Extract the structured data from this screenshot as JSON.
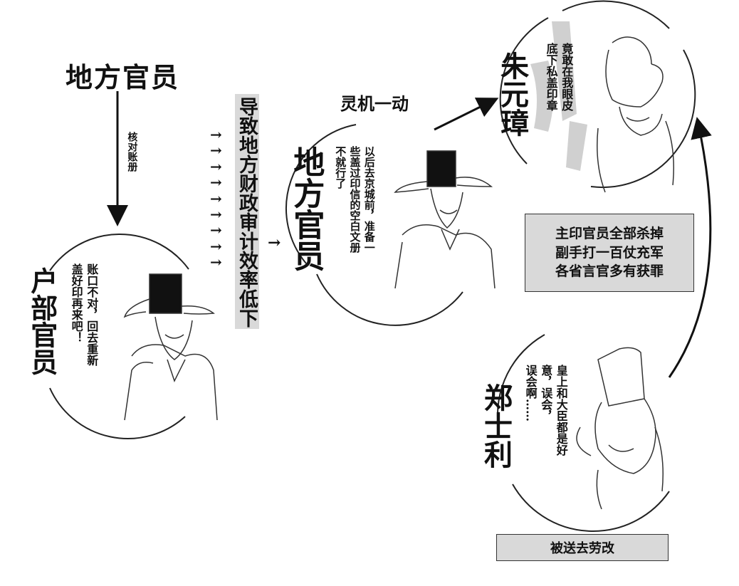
{
  "top_official_label": "地方官员",
  "check_ledger_label": "核对账册",
  "hubu_official_label": "户部官员",
  "hubu_speech": [
    "账口不对，回去重新",
    "盖好印再来吧！"
  ],
  "result_label": "导致地方财政审计效率低下",
  "arrow_glyph": "→",
  "idea_label": "灵机一动",
  "local_official_label": "地方官员",
  "local_speech": [
    "以后去京城前，准备一",
    "些盖过印信的空白文册",
    "不就行了"
  ],
  "emperor_label": "朱元璋",
  "emperor_speech": [
    "竟敢在我眼皮",
    "底下私盖印章"
  ],
  "punishment_lines": [
    "主印官员全部杀掉",
    "副手打一百仗充军",
    "各省言官多有获罪"
  ],
  "zheng_label": "郑士利",
  "zheng_speech": [
    "皇上和大臣都是好",
    "意，误会，",
    "误会啊……"
  ],
  "labor_label": "被送去劳改",
  "colors": {
    "box_fill": "#d9d9d9",
    "ink": "#111111",
    "watermark": "#d0d0d0"
  }
}
